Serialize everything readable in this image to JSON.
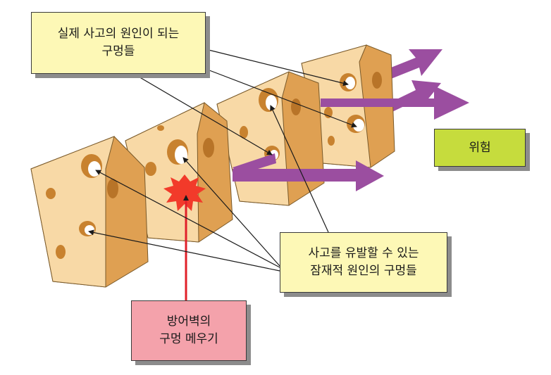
{
  "labels": {
    "actual_holes": {
      "line1": "실제 사고의 원인이 되는",
      "line2": "구멍들"
    },
    "latent_holes": {
      "line1": "사고를 유발할 수 있는",
      "line2": "잠재적 원인의 구멍들"
    },
    "risk": "위험",
    "fill_holes": {
      "line1": "방어벽의",
      "line2": "구멍 메우기"
    }
  },
  "colors": {
    "cheese_face": "#f8d9a6",
    "cheese_side": "#dfa052",
    "hole": "#c8822f",
    "arrow": "#9b4ea0",
    "callout_box": "#fdf8b6",
    "risk_box": "#c6dc3d",
    "fix_box": "#f4a2ab",
    "fix_arrow": "#e0202a",
    "burst": "#f23a2a"
  },
  "icons": {
    "burst": "starburst-icon"
  }
}
